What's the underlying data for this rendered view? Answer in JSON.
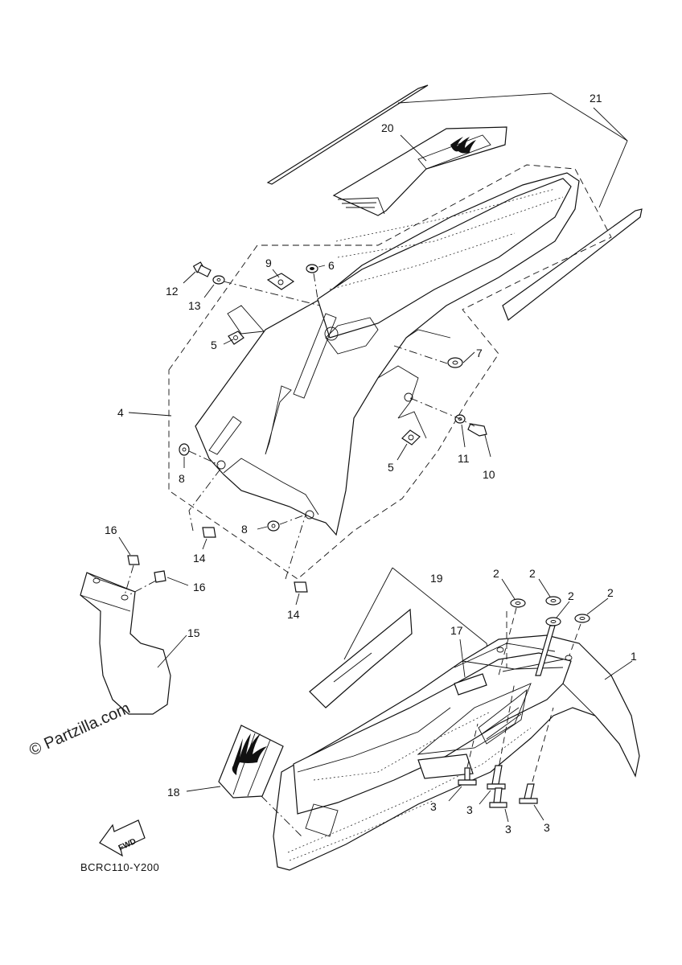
{
  "callouts": [
    {
      "id": "c1",
      "text": "1"
    },
    {
      "id": "c2a",
      "text": "2"
    },
    {
      "id": "c2b",
      "text": "2"
    },
    {
      "id": "c2c",
      "text": "2"
    },
    {
      "id": "c2d",
      "text": "2"
    },
    {
      "id": "c3a",
      "text": "3"
    },
    {
      "id": "c3b",
      "text": "3"
    },
    {
      "id": "c3c",
      "text": "3"
    },
    {
      "id": "c3d",
      "text": "3"
    },
    {
      "id": "c4",
      "text": "4"
    },
    {
      "id": "c5a",
      "text": "5"
    },
    {
      "id": "c5b",
      "text": "5"
    },
    {
      "id": "c6",
      "text": "6"
    },
    {
      "id": "c7",
      "text": "7"
    },
    {
      "id": "c8a",
      "text": "8"
    },
    {
      "id": "c8b",
      "text": "8"
    },
    {
      "id": "c9",
      "text": "9"
    },
    {
      "id": "c10",
      "text": "10"
    },
    {
      "id": "c11",
      "text": "11"
    },
    {
      "id": "c12",
      "text": "12"
    },
    {
      "id": "c13",
      "text": "13"
    },
    {
      "id": "c14a",
      "text": "14"
    },
    {
      "id": "c14b",
      "text": "14"
    },
    {
      "id": "c15",
      "text": "15"
    },
    {
      "id": "c16a",
      "text": "16"
    },
    {
      "id": "c16b",
      "text": "16"
    },
    {
      "id": "c17",
      "text": "17"
    },
    {
      "id": "c18",
      "text": "18"
    },
    {
      "id": "c19",
      "text": "19"
    },
    {
      "id": "c20",
      "text": "20"
    },
    {
      "id": "c21",
      "text": "21"
    }
  ],
  "reference_code": "BCRC110-Y200",
  "watermark": "© Partzilla.com",
  "fwd_label": "FWD"
}
